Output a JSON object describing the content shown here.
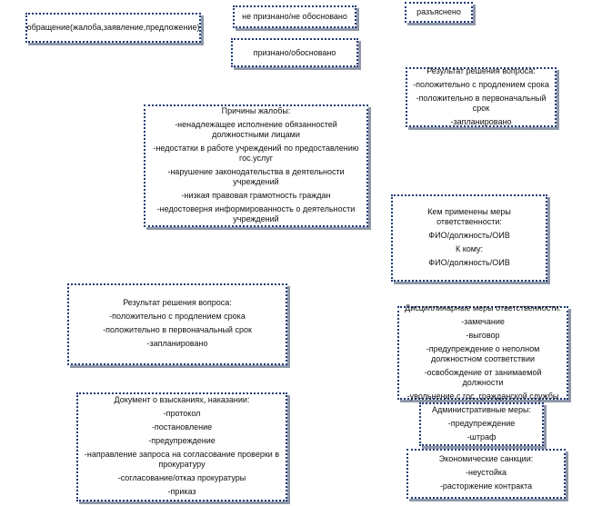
{
  "boxes": {
    "appeal": "обращение(жалоба,заявление,предложение)",
    "not_recognized": "не признано/не обосновано",
    "explained": "разъяснено",
    "recognized": "признано/обосновано",
    "result_top": {
      "title": "Результат решения вопроса:",
      "items": [
        "-положительно с продлением срока",
        "-положительно в первоначальный срок",
        "-запланировано"
      ]
    },
    "reasons": {
      "title": "Причины жалобы:",
      "items": [
        "-ненадлежащее исполнение обязанностей должностными лицами",
        "-недостатки в работе учреждений по предоставлению гос.услуг",
        "-нарушение законодательства в деятельности учреждений",
        "-низкая правовая грамотность граждан",
        "-недостоверня информированность о деятельности учреждений"
      ]
    },
    "responsibility": {
      "title": "Кем применены меры ответственности:",
      "who": "ФИО/должность/ОИВ",
      "to_whom_label": "К кому:",
      "to_whom": "ФИО/должность/ОИВ"
    },
    "result_bottom": {
      "title": "Результат решения вопроса:",
      "items": [
        "-положительно с продлением срока",
        "-положительно в первоначальный срок",
        "-запланировано"
      ]
    },
    "disciplinary": {
      "title": "Дисциплинарные меры ответственности:",
      "items": [
        "-замечание",
        "-выговор",
        "-предупреждение о неполном должностном соответствии",
        "-освобождение от занимаемой должности",
        "-увольнение с гос. гражданской службы"
      ]
    },
    "document": {
      "title": "Документ о взысканиях, наказании:",
      "items": [
        "-протокол",
        "-постановление",
        "-предупреждение",
        "-направление запроса на согласование проверки в прокуратуру",
        "-согласование/отказ прокуратуры",
        "-приказ"
      ]
    },
    "administrative": {
      "title": "Административные меры:",
      "items": [
        "-предупреждение",
        "-штраф"
      ]
    },
    "economic": {
      "title": "Экономические санкции:",
      "items": [
        "-неустойка",
        "-расторжение контракта"
      ]
    }
  }
}
